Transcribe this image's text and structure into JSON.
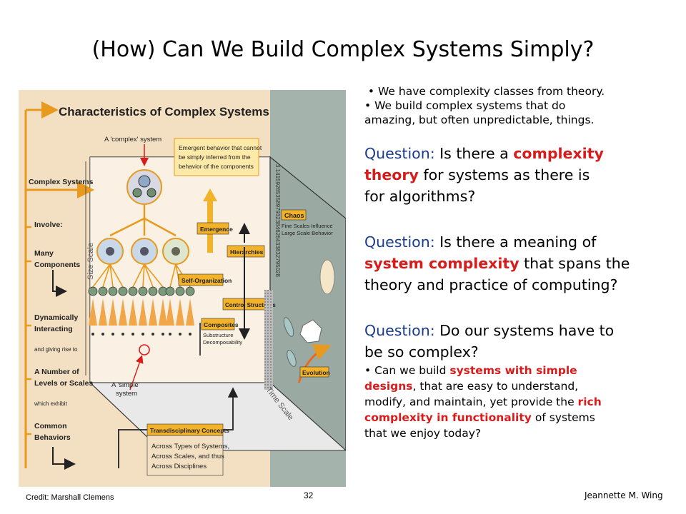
{
  "slide": {
    "title": "(How) Can We Build Complex Systems Simply?",
    "credit": "Credit: Marshall Clemens",
    "page_number": "32",
    "author": "Jeannette M. Wing"
  },
  "figure": {
    "heading": "Characteristics of Complex Systems",
    "left_labels": [
      "Complex Systems",
      "Involve:",
      "Many",
      "Components",
      "Dynamically",
      "Interacting",
      "and giving rise to",
      "A Number of",
      "Levels or Scales",
      "which exhibit",
      "Common",
      "Behaviors"
    ],
    "complex_system_label": "A 'complex' system",
    "emergent_note": [
      "Emergent behavior that cannot",
      "be simply inferred from the",
      "behavior of the components"
    ],
    "boxes": {
      "chaos": "Chaos",
      "emergence": "Emergence",
      "hierarchies": "Hierarchies",
      "self_organization": "Self-Organization",
      "control_structures": "Control Structures",
      "composites": "Composites",
      "evolution": "Evolution",
      "trans": "Transdisciplinary Concepts"
    },
    "chaos_sub": [
      "Fine Scales Influence",
      "Large Scale Behavior"
    ],
    "composites_sub": [
      "Substructure",
      "Decomposability"
    ],
    "size_scale": "Size Scale",
    "time_scale": "Time Scale",
    "digits": "3.1415926535897932384626433832795028",
    "simple_system_label": [
      "A 'simple'",
      "system"
    ],
    "trans_items": [
      "Across Types of Systems,",
      "Across Scales, and thus",
      "Across Disciplines"
    ]
  },
  "bullets": {
    "b1": "We have complexity classes from theory.",
    "b2_line1": "We build complex systems that do",
    "b2_line2": "amazing, but often unpredictable, things."
  },
  "questions": {
    "label": "Question:",
    "q1_a": "Is there a",
    "q1_red_a": "complexity",
    "q1_red_b": "theory",
    "q1_b": "for systems as there is",
    "q1_c": "for algorithms?",
    "q2_a": "Is there a meaning of",
    "q2_red": "system complexity",
    "q2_b": "that spans the",
    "q2_c": "theory and practice of computing?",
    "q3_a": "Do our systems have to",
    "q3_b": "be so complex?"
  },
  "sub_bullet": {
    "a": "Can we build",
    "red_a": "systems with simple",
    "red_b": "designs",
    "b": ", that are easy to understand,",
    "c": "modify, and maintain, yet provide the",
    "red_c": "rich",
    "red_d": "complexity in functionality",
    "d": "of systems",
    "e": "that we enjoy today?"
  },
  "colors": {
    "question_label": "#1a3c8c",
    "emphasis": "#d81b1b",
    "figure_bg": "#f3dfc1",
    "figure_panel": "#a4b4ad",
    "box_fill": "#f2b32a"
  }
}
